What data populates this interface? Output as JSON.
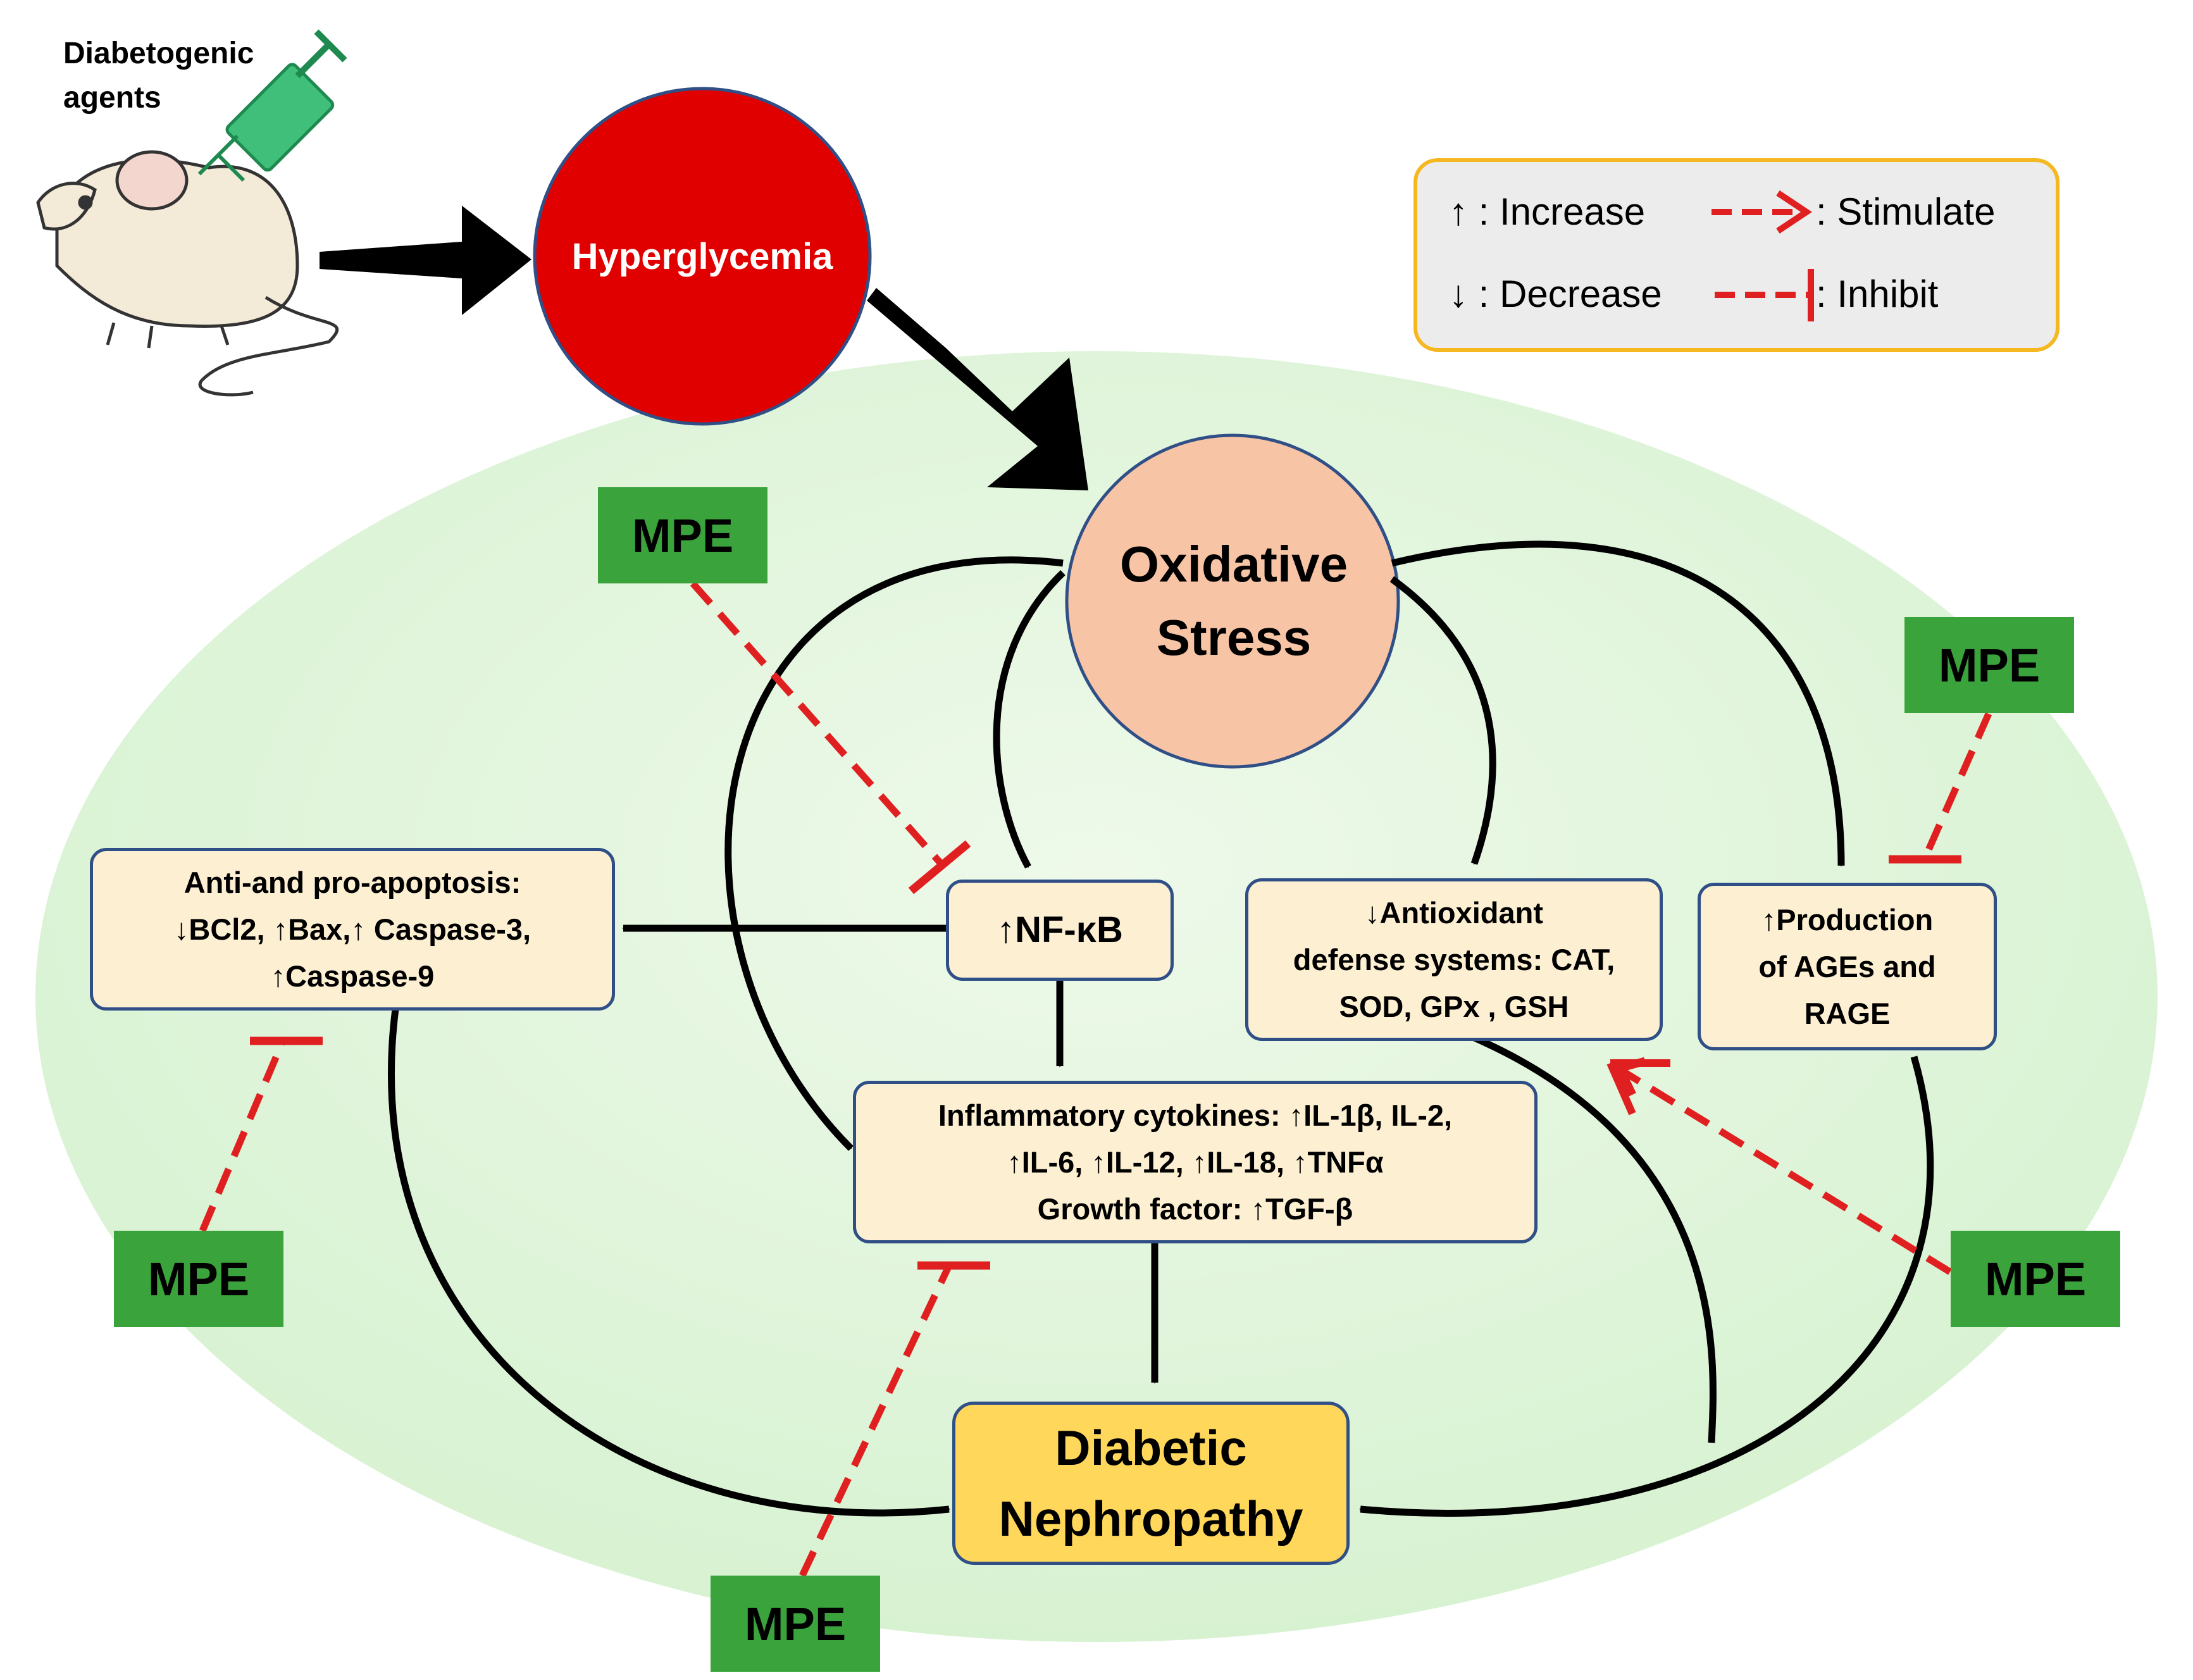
{
  "source": {
    "label": "Diabetogenic agents",
    "line1": "Diabetogenic",
    "line2": "agents"
  },
  "nodes": {
    "hyperglycemia": "Hyperglycemia",
    "oxidative_stress": {
      "line1": "Oxidative",
      "line2": "Stress"
    },
    "diabetic_nephropathy": {
      "line1": "Diabetic",
      "line2": "Nephropathy"
    },
    "apoptosis": {
      "line1": "Anti-and pro-apoptosis:",
      "line2": "↓BCl2, ↑Bax,↑ Caspase-3,",
      "line3": "↑Caspase-9"
    },
    "nfkb": "↑NF-κB",
    "antioxidant": {
      "line1": "↓Antioxidant",
      "line2": "defense systems: CAT,",
      "line3": "SOD,  GPx ,  GSH"
    },
    "ages": {
      "line1": "↑Production",
      "line2": "of AGEs and",
      "line3": "RAGE"
    },
    "cytokines": {
      "line1": "Inflammatory cytokines: ↑IL-1β, IL-2,",
      "line2": "↑IL-6, ↑IL-12, ↑IL-18, ↑TNFα",
      "line3": "Growth factor: ↑TGF-β"
    }
  },
  "mpe_label": "MPE",
  "legend": {
    "increase": "↑ : Increase",
    "decrease": "↓ : Decrease",
    "stimulate": ": Stimulate",
    "inhibit": ": Inhibit"
  },
  "colors": {
    "hyperglycemia_fill": "#e00000",
    "oxidative_fill": "#f8c4a6",
    "box_fill": "#fdefd2",
    "nephropathy_fill": "#ffd75a",
    "mpe_fill": "#3aa33c",
    "ellipse_fill": "#d7f2d1",
    "dashed_red": "#e02020",
    "legend_fill": "#ececec",
    "legend_border": "#f5b820"
  }
}
